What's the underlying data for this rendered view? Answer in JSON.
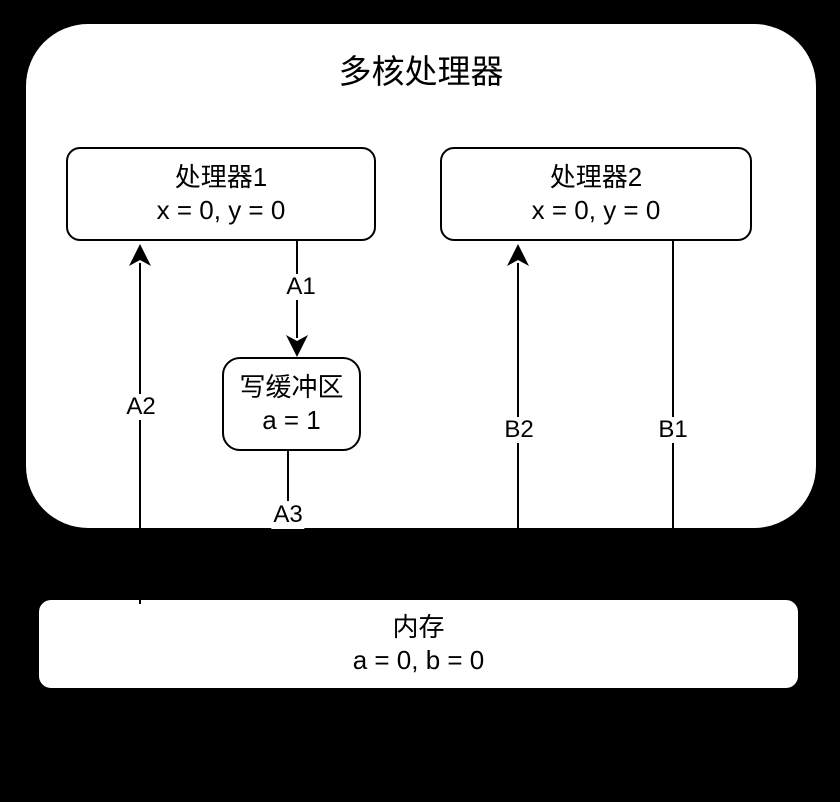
{
  "diagram": {
    "container": {
      "title": "多核处理器"
    },
    "nodes": {
      "processor1": {
        "title": "处理器1",
        "state": "x = 0, y = 0"
      },
      "processor2": {
        "title": "处理器2",
        "state": "x = 0, y = 0"
      },
      "write_buffer": {
        "title": "写缓冲区",
        "state": "a = 1"
      },
      "memory": {
        "title": "内存",
        "state": "a = 0, b = 0"
      }
    },
    "edges": [
      {
        "label": "A1",
        "from": "processor1",
        "to": "write_buffer",
        "arrow": "down"
      },
      {
        "label": "A2",
        "from": "memory",
        "to": "processor1",
        "arrow": "up"
      },
      {
        "label": "A3",
        "from": "write_buffer",
        "to": "memory",
        "arrow": "none"
      },
      {
        "label": "B1",
        "from": "processor2",
        "to": "memory",
        "arrow": "none"
      },
      {
        "label": "B2",
        "from": "memory",
        "to": "processor2",
        "arrow": "up"
      }
    ],
    "colors": {
      "background": "#000000",
      "node_fill": "#ffffff",
      "stroke": "#000000",
      "text": "#000000"
    }
  }
}
